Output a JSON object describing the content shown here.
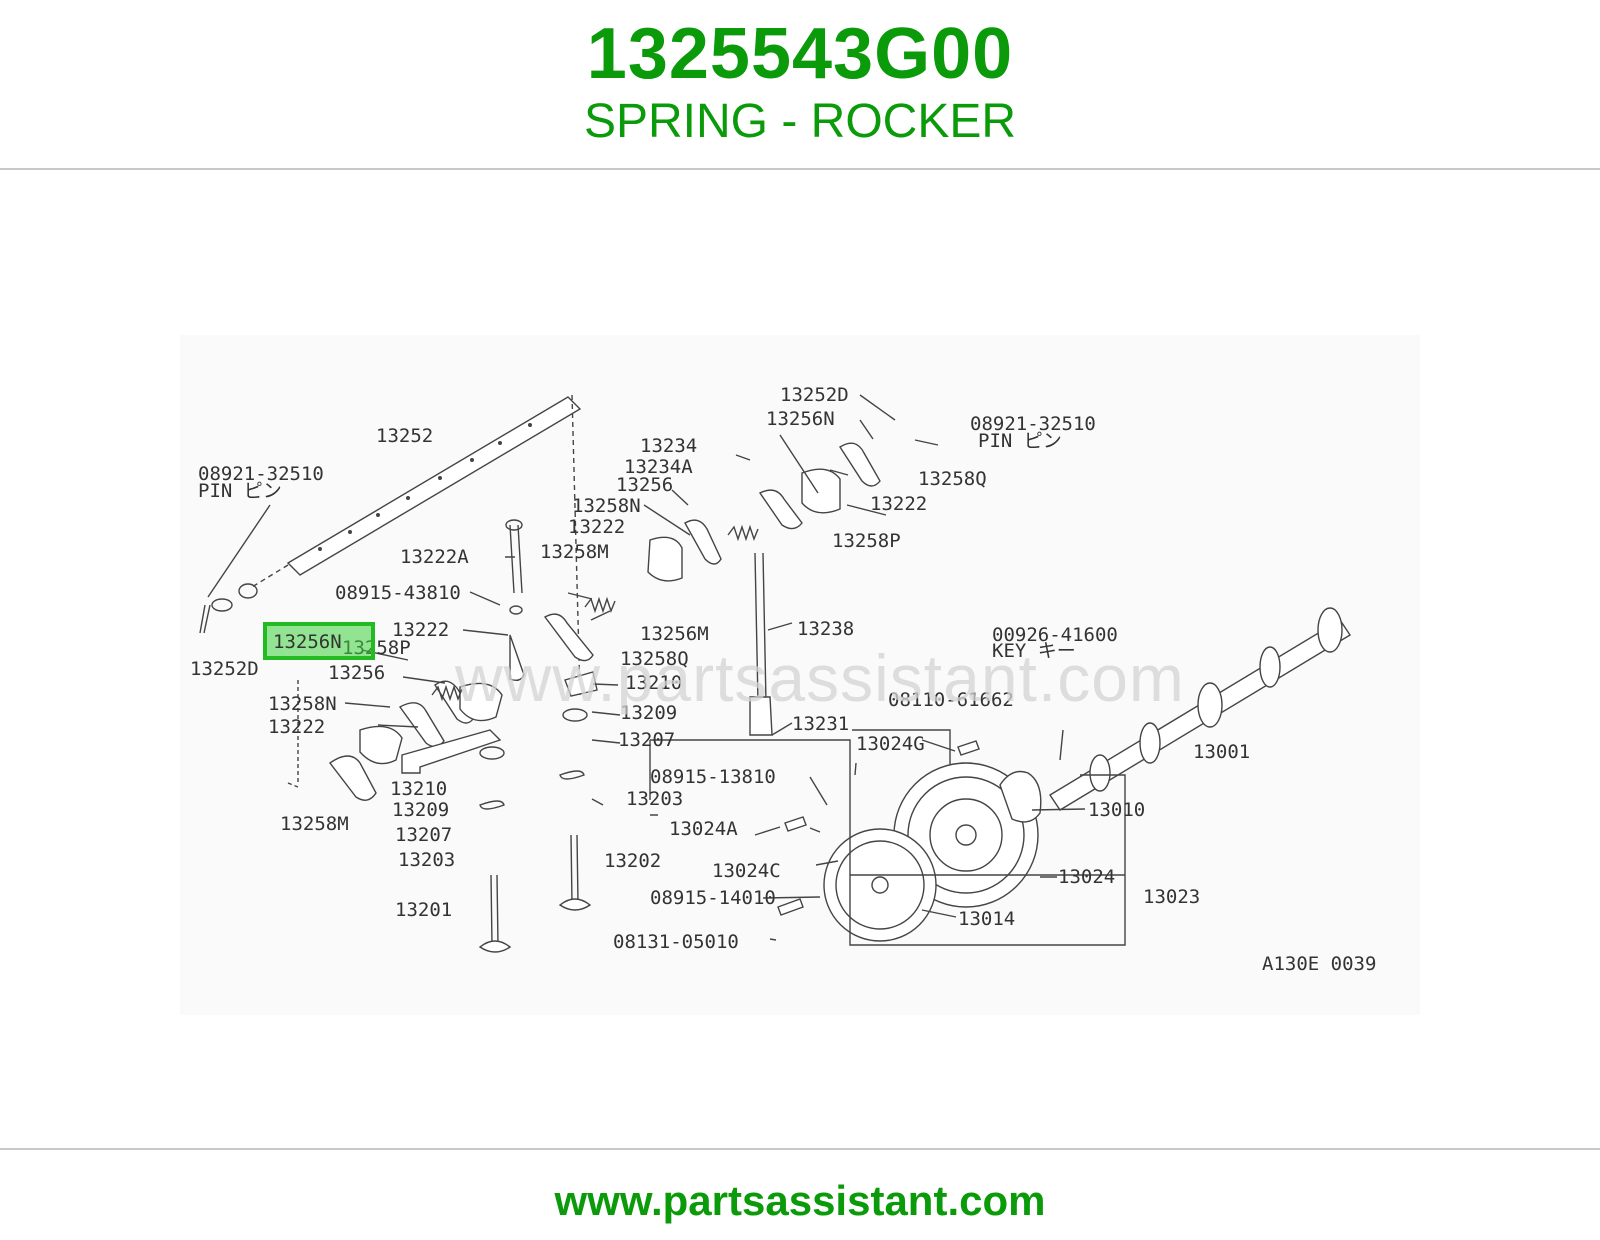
{
  "header": {
    "part_number": "1325543G00",
    "part_name": "SPRING - ROCKER"
  },
  "diagram": {
    "code": "A130E 0039",
    "highlighted_callout": "13256N",
    "callouts": {
      "c13252D_top": "13252D",
      "c13256N_top": "13256N",
      "c08921_top": "08921-32510",
      "pin_top": "PIN ピン",
      "c13234": "13234",
      "c13234A": "13234A",
      "c13256_a": "13256",
      "c13258Q_top": "13258Q",
      "c13222_top": "13222",
      "c13258N_mid": "13258N",
      "c13222_mid": "13222",
      "c13258P_top": "13258P",
      "c13252": "13252",
      "c08921_left": "08921-32510",
      "pin_left": "PIN ピン",
      "c13222A": "13222A",
      "c13258M_mid": "13258M",
      "c08915_43810": "08915-43810",
      "c13256M": "13256M",
      "c13222_low": "13222",
      "c13258P_low": "13258P",
      "c13258Q_low": "13258Q",
      "c13252D_left": "13252D",
      "c13256_b": "13256",
      "c13210_a": "13210",
      "c13258N_low": "13258N",
      "c13209_a": "13209",
      "c13222_lowest": "13222",
      "c13207_a": "13207",
      "c13238": "13238",
      "c13231": "13231",
      "c13210_b": "13210",
      "c13209_b": "13209",
      "c13207_b": "13207",
      "c13203_a": "13203",
      "c13203_b": "13203",
      "c13258M_low": "13258M",
      "c13202": "13202",
      "c13201": "13201",
      "c08915_13810": "08915-13810",
      "c13024A": "13024A",
      "c13024C": "13024C",
      "c08915_14010": "08915-14010",
      "c08131_05010": "08131-05010",
      "c13024G": "13024G",
      "c08110_61662": "08110-61662",
      "c00926_41600": "00926-41600",
      "key": "KEY キー",
      "c13001": "13001",
      "c13010": "13010",
      "c13024": "13024",
      "c13023": "13023",
      "c13014": "13014"
    },
    "watermark": "www.partsassistant.com"
  },
  "footer": {
    "url": "www.partsassistant.com"
  },
  "colors": {
    "brand_green": "#0a9a0a",
    "highlight_green": "#22bb22"
  }
}
